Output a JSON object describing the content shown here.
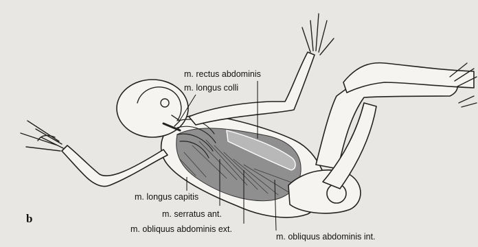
{
  "figure": {
    "panel_letter": "b",
    "labels": {
      "rectus_abdominis": "m. rectus abdominis",
      "longus_colli": "m. longus colli",
      "longus_capitis": "m. longus capitis",
      "serratus_ant": "m. serratus ant.",
      "obliquus_ext": "m. obliquus abdominis ext.",
      "obliquus_int": "m. obliquus abdominis int."
    }
  }
}
